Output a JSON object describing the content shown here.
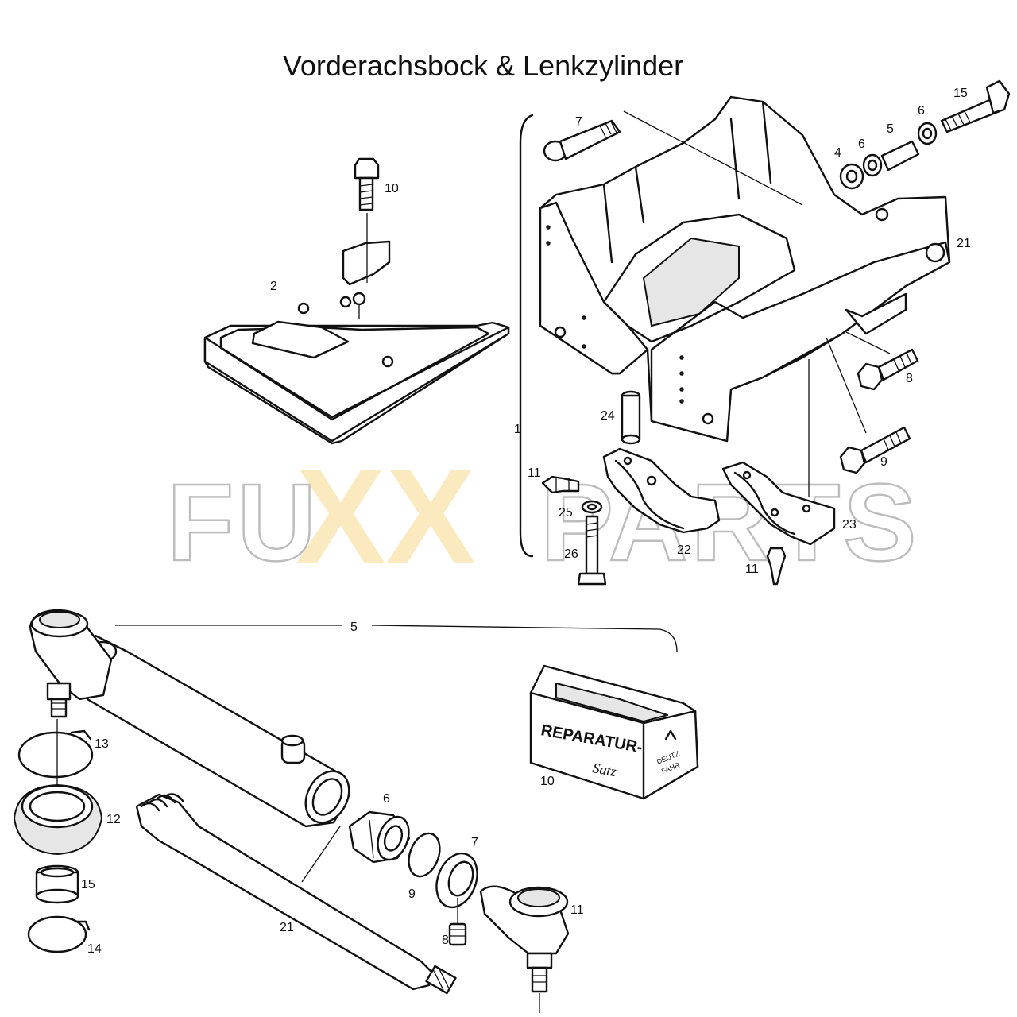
{
  "title": "Vorderachsbock & Lenkzylinder",
  "watermark": {
    "left": "FU",
    "center": "XX",
    "right": "PARTS",
    "accent_color": "#f6c85a"
  },
  "repair_kit": {
    "line1": "REPARATUR-",
    "line2": "Satz",
    "brand_line1": "DEUTZ",
    "brand_line2": "FAHR"
  },
  "top_labels": {
    "l10": "10",
    "l2": "2",
    "l7": "7",
    "l15": "15",
    "l6a": "6",
    "l5": "5",
    "l6b": "6",
    "l4": "4",
    "l21": "21",
    "l8": "8",
    "l9": "9",
    "l1": "1",
    "l24": "24",
    "l11a": "11",
    "l25": "25",
    "l26": "26",
    "l22": "22",
    "l23": "23",
    "l11b": "11"
  },
  "bottom_labels": {
    "l5": "5",
    "l13": "13",
    "l12": "12",
    "l15": "15",
    "l14": "14",
    "l21": "21",
    "l6": "6",
    "l9": "9",
    "l7": "7",
    "l8": "8",
    "l11": "11",
    "l10": "10"
  }
}
